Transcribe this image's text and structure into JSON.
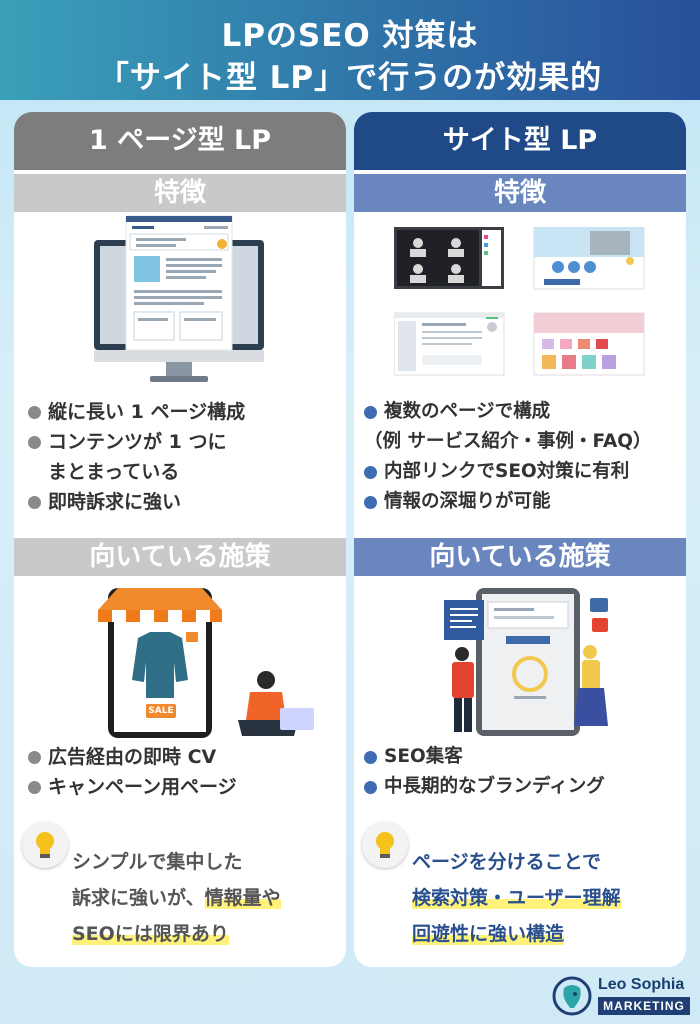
{
  "header": {
    "line1": "LPのSEO 対策は",
    "line2": "「サイト型 LP」で行うのが効果的"
  },
  "left": {
    "title": "1 ページ型 LP",
    "features_heading": "特徴",
    "features": [
      {
        "text": "縦に長い 1 ページ構成"
      },
      {
        "text": "コンテンツが 1 つに",
        "cont": "まとまっている"
      },
      {
        "text": "即時訴求に強い"
      }
    ],
    "uses_heading": "向いている施策",
    "uses": [
      "広告経由の即時 CV",
      "キャンペーン用ページ"
    ],
    "summary": {
      "line1": "シンプルで集中した",
      "line2_a": "訴求に強いが、",
      "line2_b": "情報量や",
      "line3": "SEOには限界あり"
    },
    "sale_label": "SALE"
  },
  "right": {
    "title": "サイト型 LP",
    "features_heading": "特徴",
    "features": [
      {
        "text": "複数のページで構成",
        "cont": "（例  サービス紹介・事例・FAQ）"
      },
      {
        "text": "内部リンクでSEO対策に有利"
      },
      {
        "text": "情報の深堀りが可能"
      }
    ],
    "uses_heading": "向いている施策",
    "uses": [
      "SEO集客",
      "中長期的なブランディング"
    ],
    "summary": {
      "line1": "ページを分けることで",
      "line2": "検索対策・ユーザー理解",
      "line3": "回遊性に強い構造"
    }
  },
  "logo": {
    "name": "Leo Sophia",
    "sub": "MARKETING"
  },
  "colors": {
    "header_start": "#3aa0b9",
    "header_end": "#28509a",
    "left_accent": "#7d7d7d",
    "right_accent": "#1f4a87",
    "highlight": "#fff27a"
  }
}
